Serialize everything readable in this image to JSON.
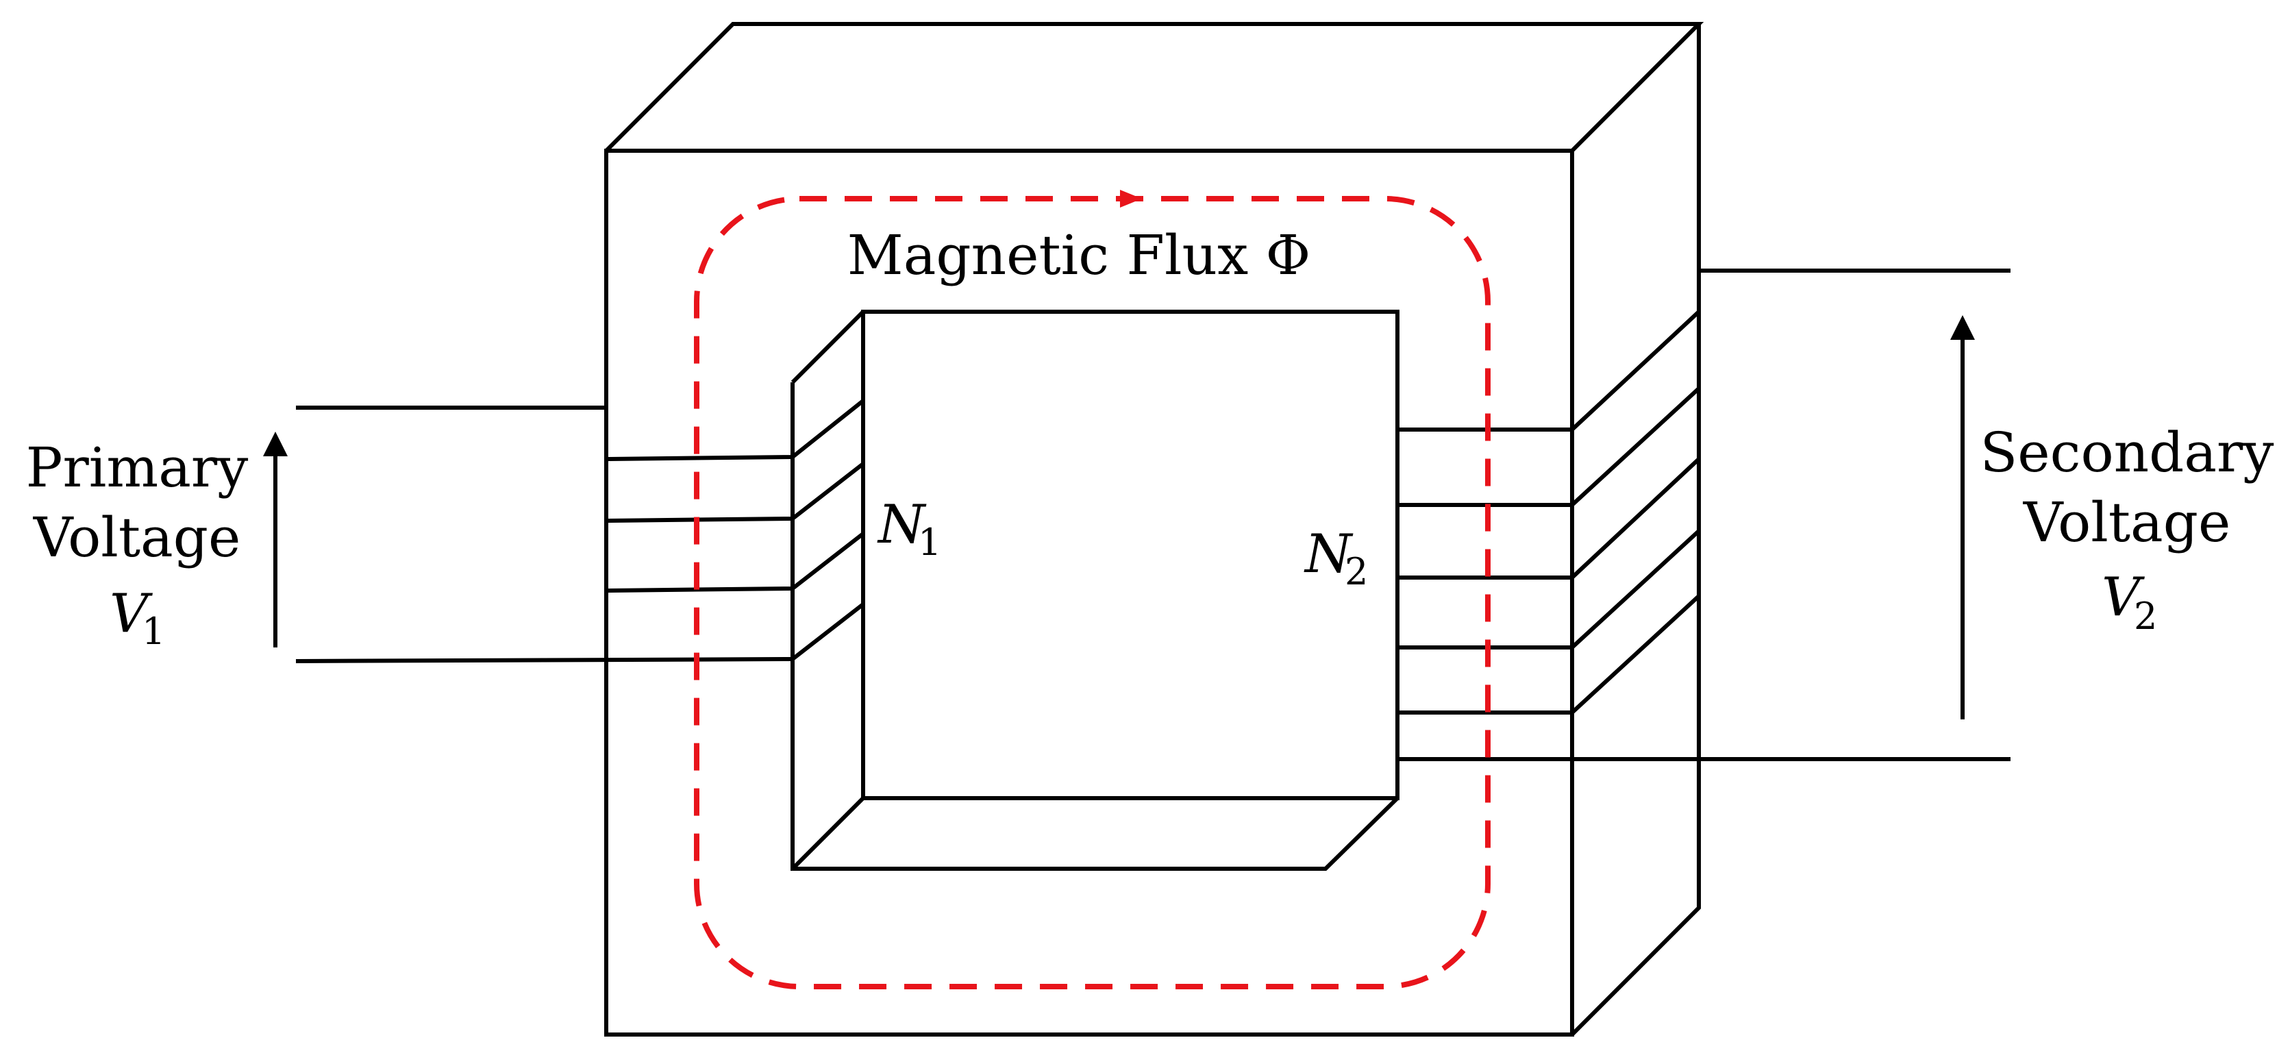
{
  "labels": {
    "flux": "Magnetic Flux Φ",
    "primary_line1": "Primary",
    "primary_line2": "Voltage",
    "primary_symbol": "V",
    "primary_symbol_sub": "1",
    "secondary_line1": "Secondary",
    "secondary_line2": "Voltage",
    "secondary_symbol": "V",
    "secondary_symbol_sub": "2",
    "n1": "N",
    "n1_sub": "1",
    "n2": "N",
    "n2_sub": "2"
  },
  "colors": {
    "line": "#000000",
    "flux": "#e8141b",
    "background": "#ffffff"
  }
}
